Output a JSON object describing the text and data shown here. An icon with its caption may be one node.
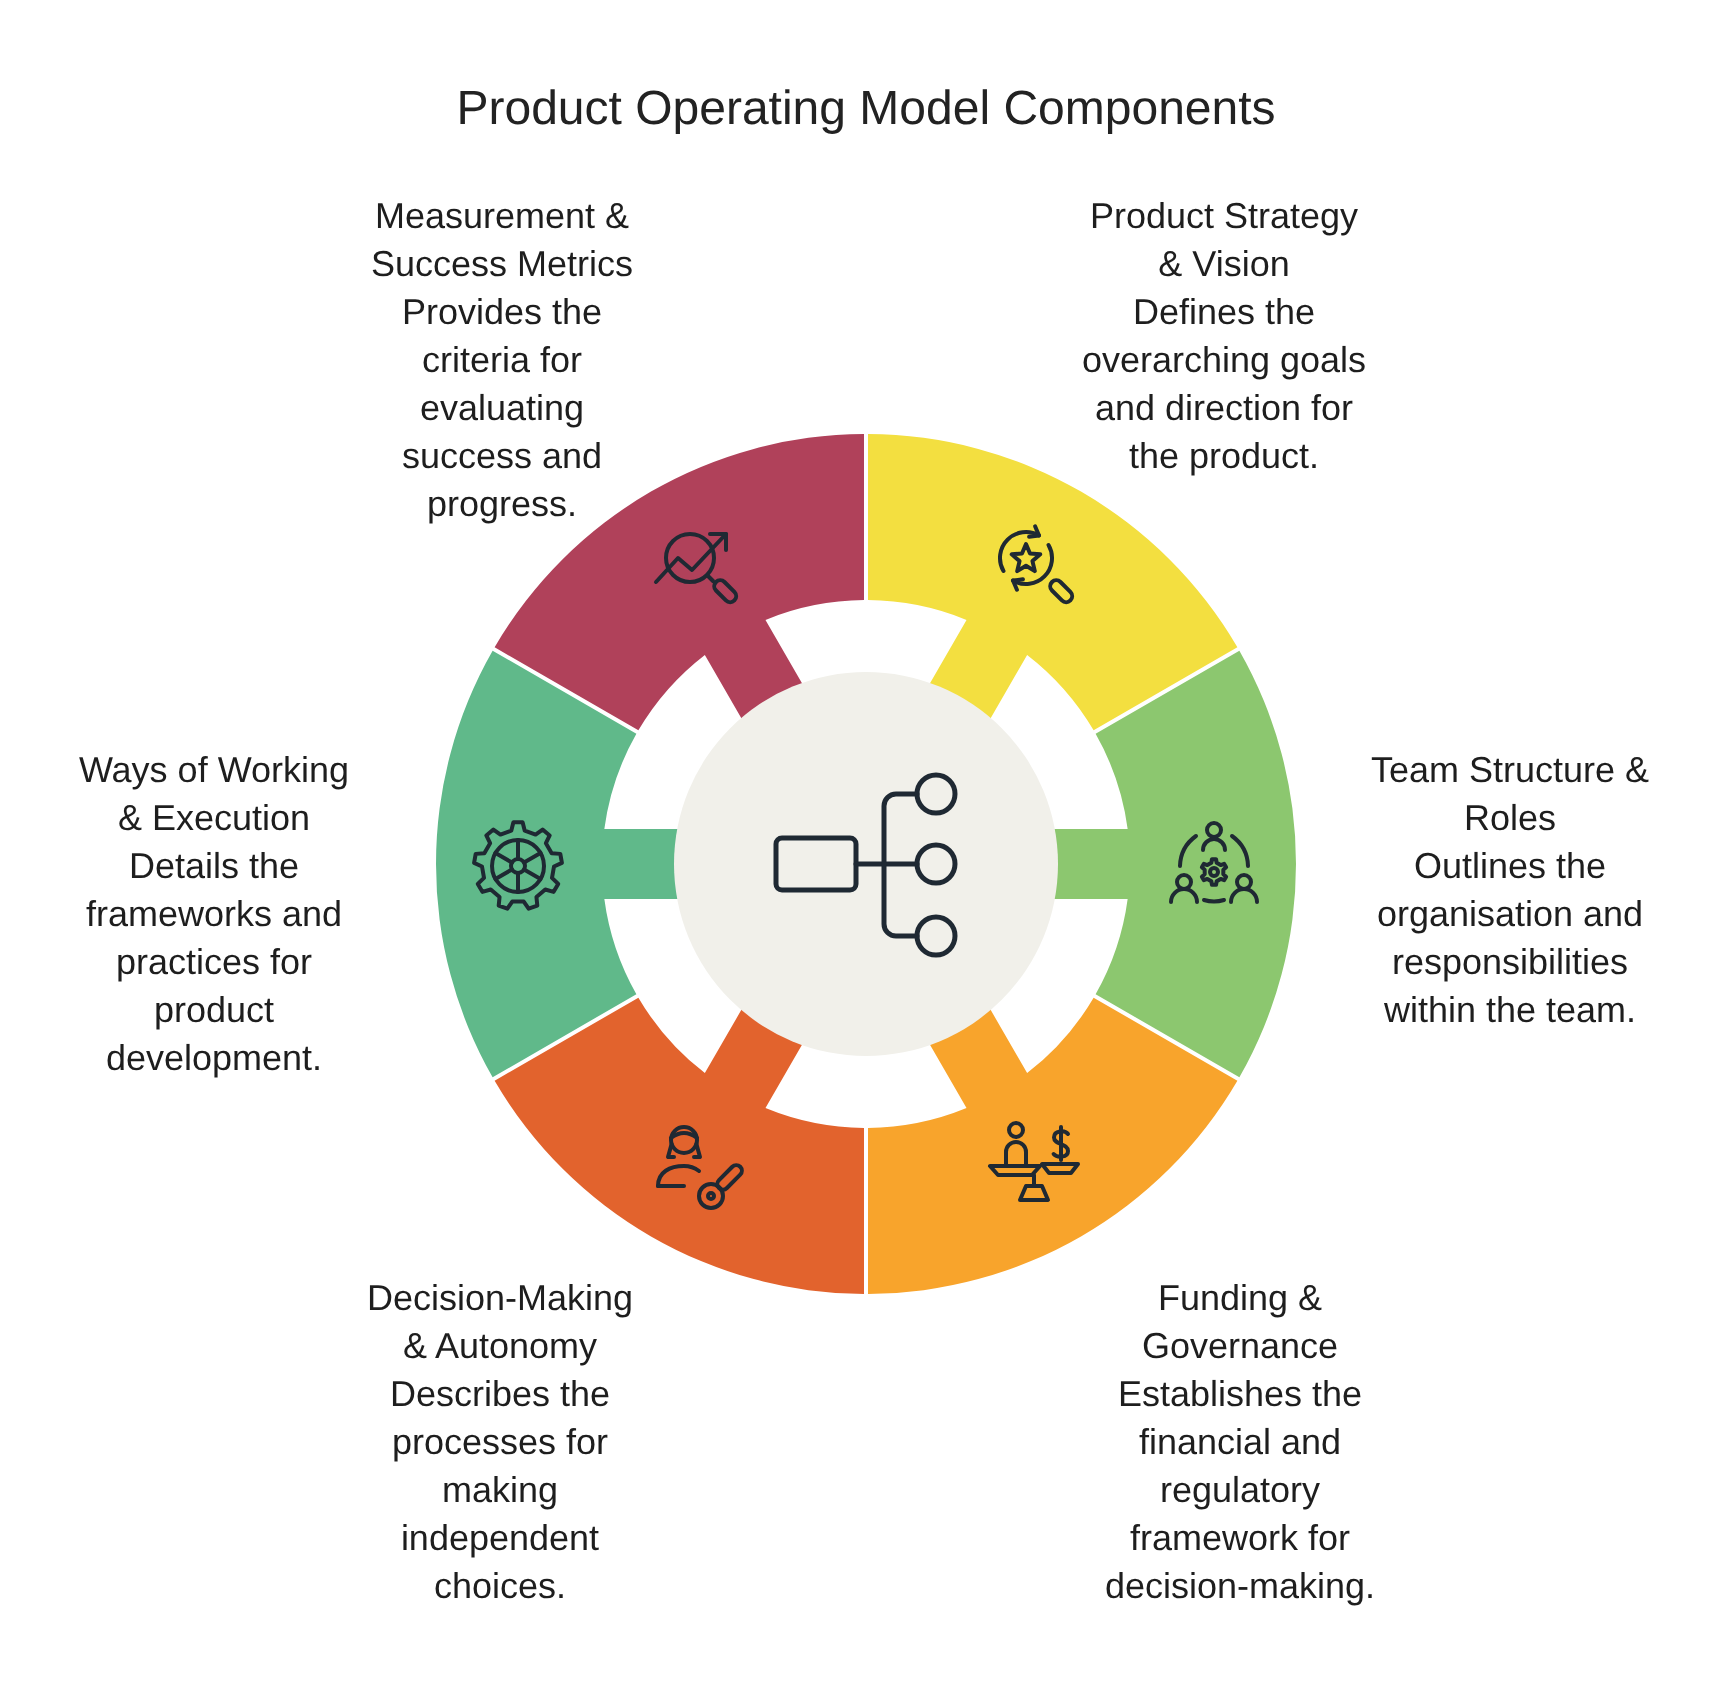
{
  "diagram": {
    "title": "Product Operating Model Components",
    "nodes": [
      {
        "text": [
          "Measurement & Success Metrics",
          "Provides the criteria for evaluating success and progress."
        ]
      },
      {
        "text": [
          "Product Strategy & Vision",
          "Defines the overarching goals and direction for the product."
        ]
      },
      {
        "text": [
          "Ways of Working & Execution",
          "Details the frameworks and practices for product development."
        ]
      },
      {
        "text": [],
        "shape": "circle"
      },
      {
        "text": [
          "Team Structure & Roles",
          "Outlines the organisation and responsibilities within the team."
        ]
      },
      {
        "text": [
          "Decision-Making & Autonomy",
          "Describes the processes for making independent choices."
        ]
      },
      {
        "text": [
          "Funding & Governance",
          "Establishes the financial and regulatory framework for decision-making."
        ]
      }
    ]
  }
}
